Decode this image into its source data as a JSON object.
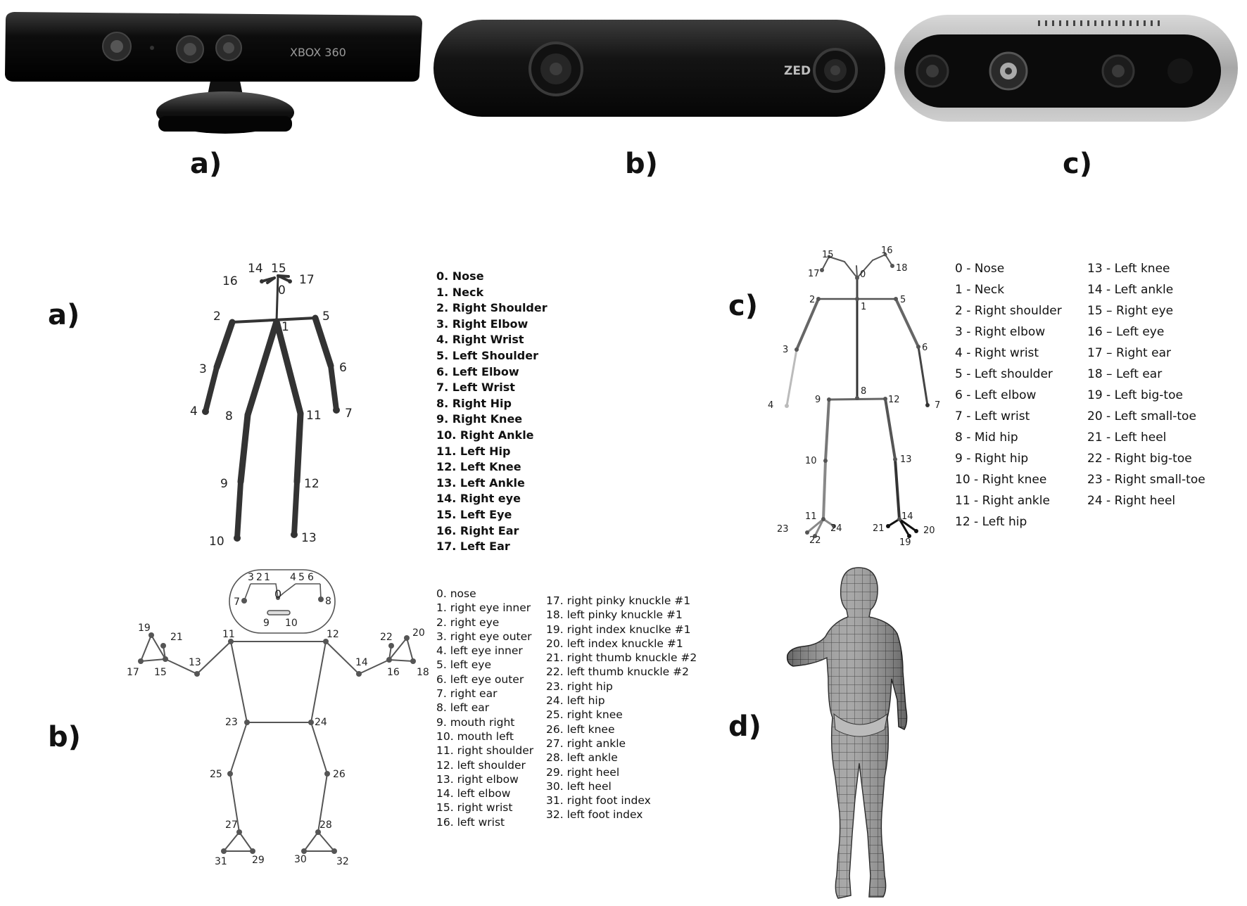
{
  "devices": {
    "kinect_text": "XBOX 360",
    "zed_text": "ZED",
    "labels": [
      "a)",
      "b)",
      "c)"
    ]
  },
  "panels": {
    "a": "a)",
    "b": "b)",
    "c": "c)",
    "d": "d)"
  },
  "legend_a": [
    "0. Nose",
    "1. Neck",
    "2. Right Shoulder",
    "3. Right Elbow",
    "4. Right Wrist",
    "5. Left Shoulder",
    "6. Left Elbow",
    "7. Left Wrist",
    "8. Right Hip",
    "9. Right Knee",
    "10. Right Ankle",
    "11. Left Hip",
    "12. Left Knee",
    "13. Left Ankle",
    "14. Right eye",
    "15. Left Eye",
    "16. Right Ear",
    "17. Left Ear"
  ],
  "legend_b1": [
    "0.  nose",
    "1.  right eye inner",
    "2.  right eye",
    "3.  right eye outer",
    "4.  left eye inner",
    "5.  left eye",
    "6.  left eye outer",
    "7.  right ear",
    "8.  left ear",
    "9.  mouth right",
    "10.  mouth left",
    "11.  right shoulder",
    "12.  left shoulder",
    "13.  right elbow",
    "14.  left elbow",
    "15.  right wrist",
    "16.  left wrist"
  ],
  "legend_b2": [
    "17.  right pinky knuckle #1",
    "18.  left pinky knuckle #1",
    "19.  right index knuclke #1",
    "20.  left index knuckle #1",
    "21.  right thumb knuckle #2",
    "22.  left thumb knuckle #2",
    "23.  right hip",
    "24.  left hip",
    "25.  right knee",
    "26.  left knee",
    "27.  right ankle",
    "28.  left ankle",
    "29.  right heel",
    "30.  left heel",
    "31.  right foot index",
    "32.  left foot index"
  ],
  "legend_c1": [
    "0 - Nose",
    "1 - Neck",
    "2 - Right shoulder",
    "3 - Right elbow",
    "4 - Right wrist",
    "5 - Left shoulder",
    "6 - Left elbow",
    "7 - Left wrist",
    "8 - Mid hip",
    "9 - Right hip",
    "10 - Right knee",
    "11 - Right ankle",
    "12 - Left hip"
  ],
  "legend_c2": [
    "13 - Left knee",
    "14 - Left ankle",
    "15 – Right eye",
    "16 – Left eye",
    "17 – Right ear",
    "18 – Left ear",
    "19 - Left big-toe",
    "20 - Left small-toe",
    "21 - Left heel",
    "22 - Right big-toe",
    "23 - Right small-toe",
    "24 - Right heel"
  ]
}
